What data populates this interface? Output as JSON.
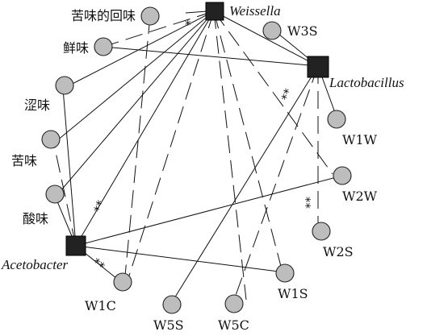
{
  "nodes": {
    "weissella": {
      "label": "Weissella"
    },
    "lactobacillus": {
      "label": "Lactobacillus"
    },
    "acetobacter": {
      "label": "Acetobacter"
    },
    "bitter_aftertaste": {
      "label": "苦味的回味"
    },
    "umami": {
      "label": "鲜味"
    },
    "astringency": {
      "label": "涩味"
    },
    "bitterness": {
      "label": "苦味"
    },
    "sourness": {
      "label": "酸味"
    },
    "w3s": {
      "label": "W3S"
    },
    "w1w": {
      "label": "W1W"
    },
    "w2w": {
      "label": "W2W"
    },
    "w2s": {
      "label": "W2S"
    },
    "w1s": {
      "label": "W1S"
    },
    "w5c": {
      "label": "W5C"
    },
    "w5s": {
      "label": "W5S"
    },
    "w1c": {
      "label": "W1C"
    }
  },
  "significance": {
    "weissella_bitter_aftertaste": "*",
    "lactobacillus_w2s_region": "**",
    "lactobacillus_w2w_region": "**",
    "acetobacter_weissella": "**",
    "acetobacter_w1c": "**"
  },
  "colors": {
    "taxon": "#222222",
    "attribute": "#bdbdbd",
    "edge": "#111111"
  }
}
